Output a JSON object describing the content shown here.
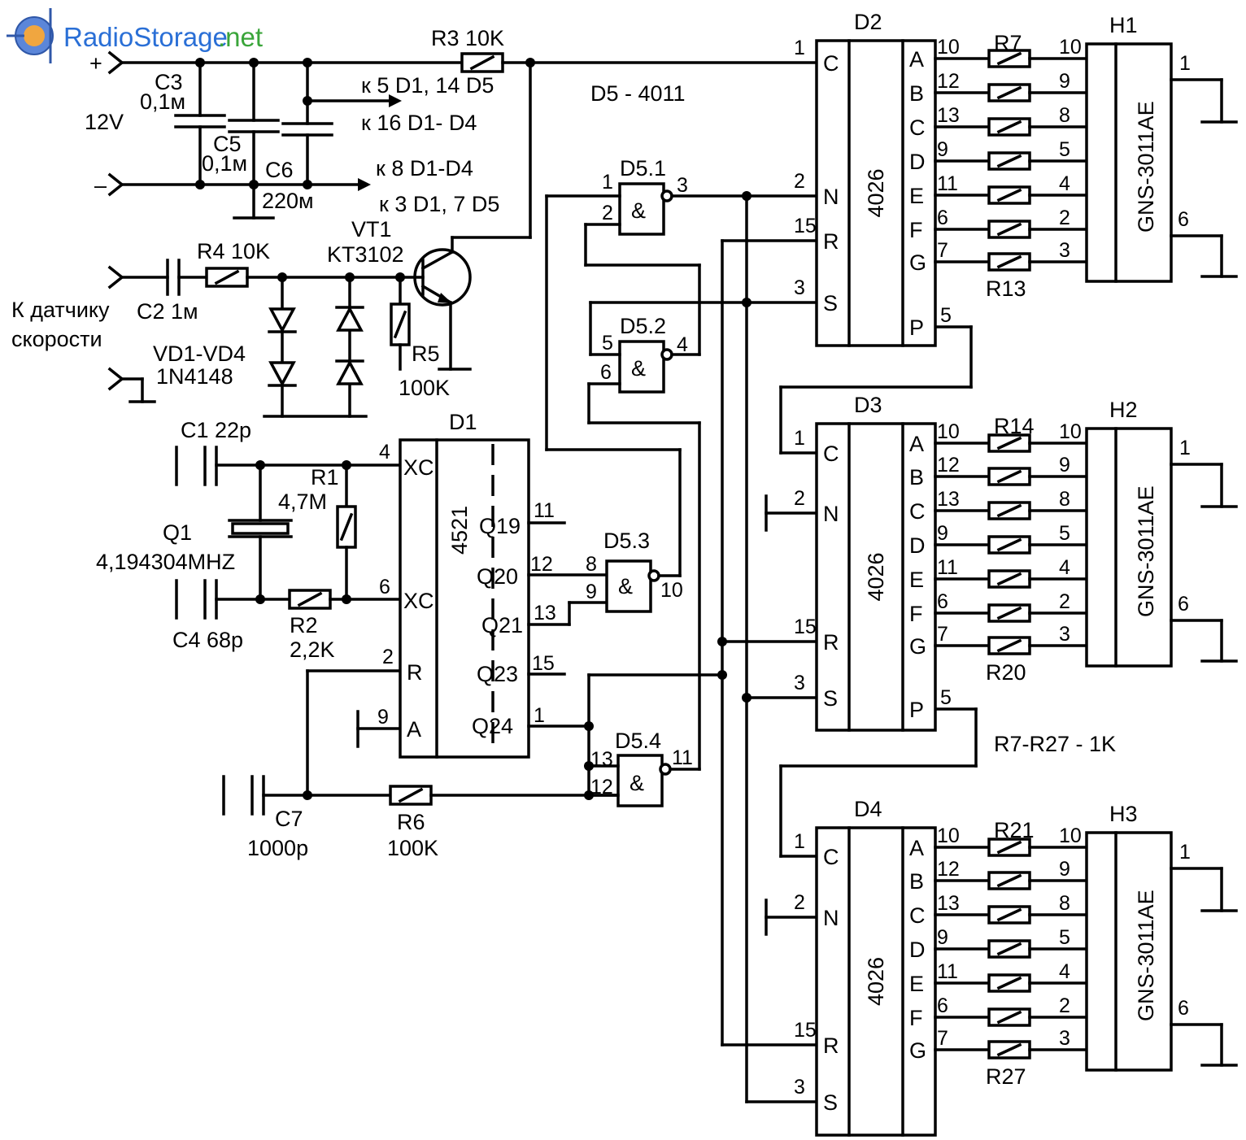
{
  "logo": {
    "brand": "RadioStorage",
    "tld": ".net",
    "brand_color": "#2a6fd6",
    "tld_color": "#3aa53a"
  },
  "power": {
    "plus": "+",
    "minus": "–",
    "voltage": "12V",
    "to1": "к 5 D1, 14 D5",
    "to2": "к 16 D1- D4",
    "to3": "к 8 D1-D4",
    "to4": "к 3 D1, 7 D5"
  },
  "gate_type": "D5 - 4011",
  "resistor_note": "R7-R27 - 1K",
  "components": {
    "r3": "R3 10K",
    "c3": "C3",
    "c3v": "0,1м",
    "c5": "C5",
    "c5v": "0,1м",
    "c6": "C6",
    "c6v": "220м",
    "r4": "R4 10K",
    "vt1": "VT1",
    "vt1t": "KT3102",
    "c2": "C2 1м",
    "sensor1": "К датчику",
    "sensor2": "скорости",
    "vd": "VD1-VD4",
    "vdt": "1N4148",
    "r5": "R5",
    "r5v": "100K",
    "c1": "C1  22p",
    "r1": "R1",
    "r1v": "4,7M",
    "q1": "Q1",
    "q1v": "4,194304MHZ",
    "c4": "C4  68p",
    "r2": "R2",
    "r2v": "2,2K",
    "c7": "C7",
    "c7v": "1000p",
    "r6": "R6",
    "r6v": "100K"
  },
  "d1": {
    "name": "D1",
    "type": "4521",
    "pins": {
      "xc1": "XC",
      "xc2": "XC",
      "r": "R",
      "a": "A",
      "q19": "Q19",
      "q20": "Q20",
      "q21": "Q21",
      "q23": "Q23",
      "q24": "Q24"
    },
    "nums": {
      "p4": "4",
      "p6": "6",
      "p2": "2",
      "p9": "9",
      "p11": "11",
      "p12": "12",
      "p13": "13",
      "p15": "15",
      "p1": "1"
    }
  },
  "gates": [
    {
      "name": "D5.1",
      "sym": "&",
      "in1": "1",
      "in2": "2",
      "out": "3"
    },
    {
      "name": "D5.2",
      "sym": "&",
      "in1": "5",
      "in2": "6",
      "out": "4"
    },
    {
      "name": "D5.3",
      "sym": "&",
      "in1": "8",
      "in2": "9",
      "out": "10"
    },
    {
      "name": "D5.4",
      "sym": "&",
      "in1": "13",
      "in2": "12",
      "out": "11"
    }
  ],
  "counters": [
    {
      "name": "D2",
      "type": "4026",
      "nums": {
        "c": "1",
        "n": "2",
        "r": "15",
        "s": "3",
        "p": "5"
      }
    },
    {
      "name": "D3",
      "type": "4026",
      "nums": {
        "c": "1",
        "n": "2",
        "r": "15",
        "s": "3",
        "p": "5"
      }
    },
    {
      "name": "D4",
      "type": "4026",
      "nums": {
        "c": "1",
        "n": "2",
        "r": "15",
        "s": "3"
      }
    }
  ],
  "counter_pins": {
    "c": "C",
    "n": "N",
    "r": "R",
    "s": "S",
    "p": "P"
  },
  "seg_letters": [
    "A",
    "B",
    "C",
    "D",
    "E",
    "F",
    "G"
  ],
  "counter_seg_pins": [
    "10",
    "12",
    "13",
    "9",
    "11",
    "6",
    "7"
  ],
  "display_seg_pins": [
    "10",
    "9",
    "8",
    "5",
    "4",
    "2",
    "3"
  ],
  "displays": [
    {
      "name": "H1",
      "type": "GNS-3011AE",
      "pin_top": "1",
      "pin_bottom": "6",
      "r_first": "R7",
      "r_last": "R13"
    },
    {
      "name": "H2",
      "type": "GNS-3011AE",
      "pin_top": "1",
      "pin_bottom": "6",
      "r_first": "R14",
      "r_last": "R20"
    },
    {
      "name": "H3",
      "type": "GNS-3011AE",
      "pin_top": "1",
      "pin_bottom": "6",
      "r_first": "R21",
      "r_last": "R27"
    }
  ]
}
